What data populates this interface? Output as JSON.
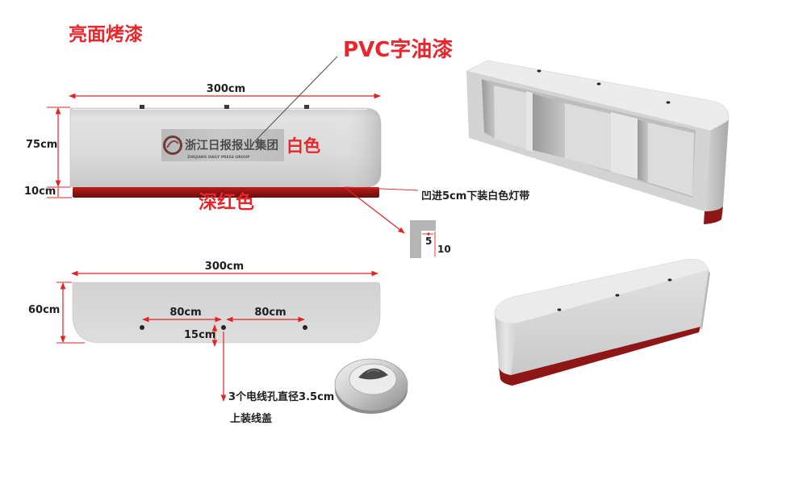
{
  "labels": {
    "finish": "亮面烤漆",
    "pvc_text": "PVC字油漆",
    "white": "白色",
    "dark_red": "深红色",
    "recess_note": "凹进5cm下装白色灯带",
    "cable_hole_note": "3个电线孔直径3.5cm",
    "cable_cover_note": "上装线盖"
  },
  "front_view": {
    "width": "300cm",
    "height": "75cm",
    "base_height": "10cm"
  },
  "recess_detail": {
    "depth": "5",
    "height": "10"
  },
  "top_view": {
    "width": "300cm",
    "depth": "60cm",
    "hole_spacing_left": "80cm",
    "hole_spacing_right": "80cm",
    "hole_offset": "15cm"
  },
  "logo": {
    "name_cn": "浙江日报报业集团",
    "name_en": "ZHEJIANG DAILY PRESS GROUP"
  },
  "colors": {
    "label_red": "#e8262b",
    "line_red": "#e02424",
    "base_red": "#8e1616"
  }
}
